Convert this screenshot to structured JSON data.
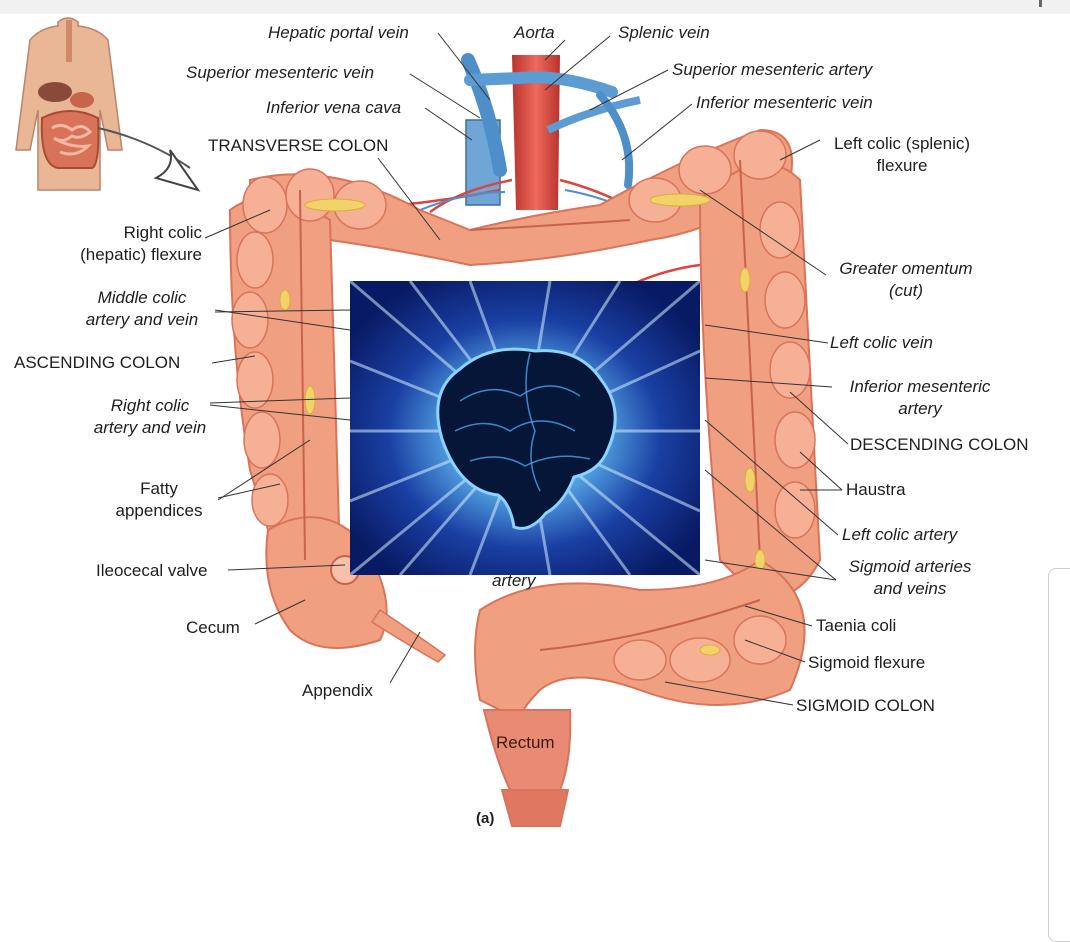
{
  "labels": {
    "hepatic_portal_vein": "Hepatic portal vein",
    "aorta": "Aorta",
    "splenic_vein": "Splenic vein",
    "superior_mesenteric_vein": "Superior mesenteric vein",
    "superior_mesenteric_artery": "Superior mesenteric artery",
    "inferior_vena_cava": "Inferior vena cava",
    "inferior_mesenteric_vein": "Inferior mesenteric vein",
    "transverse_colon": "TRANSVERSE COLON",
    "left_colic_flexure": "Left colic (splenic)\nflexure",
    "right_colic_flexure": "Right colic\n(hepatic) flexure",
    "greater_omentum": "Greater omentum\n(cut)",
    "middle_colic": "Middle colic\nartery and vein",
    "left_colic_vein": "Left colic vein",
    "ascending_colon": "ASCENDING COLON",
    "inferior_mesenteric_artery": "Inferior mesenteric\nartery",
    "right_colic": "Right colic\nartery and vein",
    "descending_colon": "DESCENDING COLON",
    "fatty_appendices": "Fatty\nappendices",
    "haustra": "Haustra",
    "left_colic_artery": "Left colic artery",
    "ileocecal_valve": "Ileocecal valve",
    "sigmoid_arteries": "Sigmoid arteries\nand veins",
    "artery_fragment": "artery",
    "cecum": "Cecum",
    "taenia_coli": "Taenia coli",
    "sigmoid_flexure": "Sigmoid flexure",
    "appendix": "Appendix",
    "sigmoid_colon": "SIGMOID COLON",
    "rectum": "Rectum",
    "panel_id": "(a)"
  },
  "colors": {
    "colon": "#f0a080",
    "colon_dark": "#d9735a",
    "vein": "#4e8fc9",
    "artery": "#d9453f",
    "fat": "#f2d36a",
    "brain_bg": "#0a1f6e",
    "brain_glow": "#9fd7ff"
  },
  "icons": {
    "torso": "human-torso-icon",
    "arrow": "curved-arrow-icon",
    "brain": "brain-overlay-image"
  }
}
